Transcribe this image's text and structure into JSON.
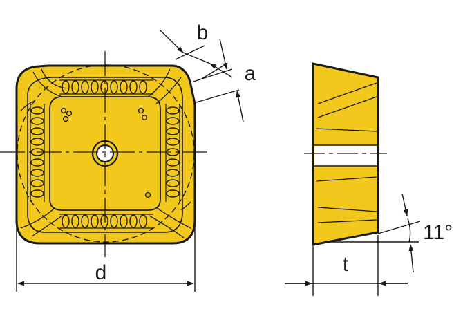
{
  "labels": {
    "b": "b",
    "a": "a",
    "d": "d",
    "t": "t",
    "angle": "11°"
  },
  "colors": {
    "insert_fill": "#f2c81c",
    "outline": "#1a1a1a",
    "slot": "#ffffff"
  }
}
